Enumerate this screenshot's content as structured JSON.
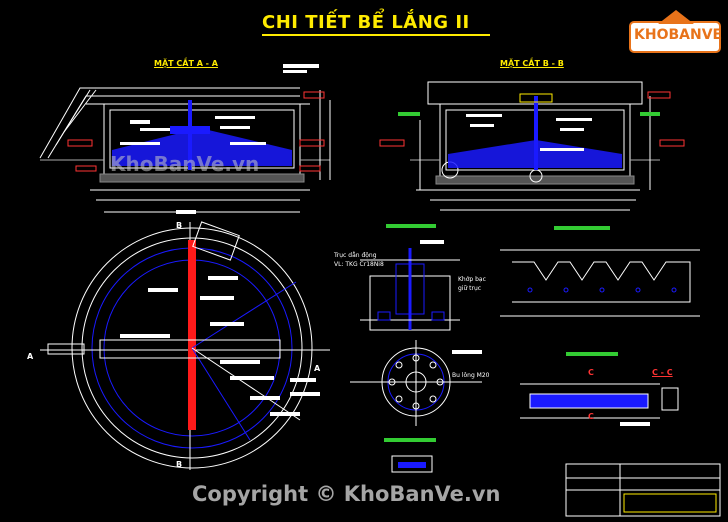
{
  "drawing": {
    "title": "CHI TIẾT BỂ LẮNG II",
    "section_a_title": "MẶT CẮT A - A",
    "section_b_title": "MẶT CẮT B - B",
    "section_c_title": "C - C",
    "cut_mark_a": "A",
    "cut_mark_b": "B",
    "cut_mark_c": "C",
    "label_shaft": "Trục dẫn động",
    "label_shaft_spec": "VL: TKG Cr18Ni8",
    "label_bearing": "Khớp bạc",
    "label_bearing_2": "giữ trục",
    "label_bolt": "Bu lông M20"
  },
  "watermark": {
    "middle": "KhoBanVe.vn",
    "bottom": "Copyright © KhoBanVe.vn",
    "logo": "KHOBANVE"
  },
  "colors": {
    "background": "#000000",
    "title": "#ffeb00",
    "line": "#ffffff",
    "water": "#1a1aff",
    "highlight": "#ff1a1a",
    "dimension": "#00e0e0",
    "annotation": "#33cc33",
    "logo": "#e8731a"
  }
}
